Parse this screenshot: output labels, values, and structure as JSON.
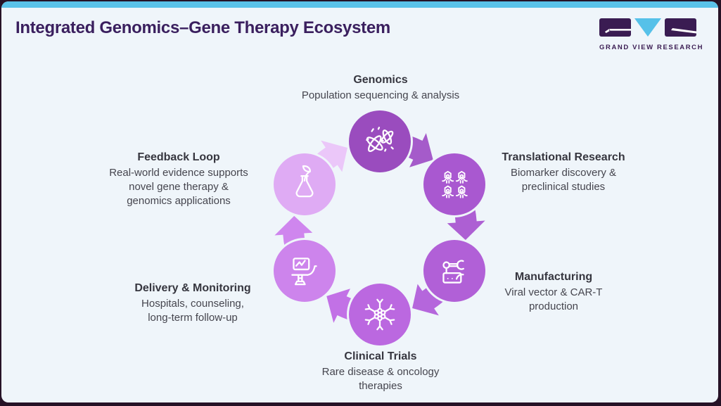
{
  "header": {
    "title": "Integrated Genomics–Gene Therapy Ecosystem"
  },
  "brand": {
    "name": "GRAND VIEW RESEARCH"
  },
  "theme": {
    "accent_bar": "#5ac2e9",
    "card_bg": "#eff5fa",
    "frame": "#261226",
    "title_color": "#3a1f5e",
    "brand_dark": "#3a1c52",
    "brand_blue": "#56c1e9",
    "label_title_color": "#36363f",
    "label_text_color": "#45454e"
  },
  "diagram": {
    "type": "cycle",
    "direction": "clockwise",
    "nodes": [
      {
        "id": "genomics",
        "title": "Genomics",
        "lines": [
          "Population sequencing & analysis"
        ],
        "color": "#9a4cbe",
        "arrow_color": "#a55bca",
        "icon": "chromosome-icon"
      },
      {
        "id": "translational-research",
        "title": "Translational Research",
        "lines": [
          "Biomarker discovery &",
          "preclinical studies"
        ],
        "color": "#a958d0",
        "arrow_color": "#ad5fd3",
        "icon": "virus-grid-icon"
      },
      {
        "id": "manufacturing",
        "title": "Manufacturing",
        "lines": [
          "Viral vector & CAR-T",
          "production"
        ],
        "color": "#b160d7",
        "arrow_color": "#b566dc",
        "icon": "robot-arm-icon"
      },
      {
        "id": "clinical-trials",
        "title": "Clinical Trials",
        "lines": [
          "Rare disease & oncology",
          "therapies"
        ],
        "color": "#bb68e0",
        "arrow_color": "#c271e6",
        "icon": "neuron-icon"
      },
      {
        "id": "delivery-monitoring",
        "title": "Delivery & Monitoring",
        "lines": [
          "Hospitals, counseling,",
          "long-term follow-up"
        ],
        "color": "#cd84ec",
        "arrow_color": "#cf86ee",
        "icon": "exam-chair-icon"
      },
      {
        "id": "feedback-loop",
        "title": "Feedback Loop",
        "lines": [
          "Real-world evidence supports",
          "novel gene therapy &",
          "genomics applications"
        ],
        "color": "#dfabf4",
        "arrow_color": "#ebc7f9",
        "icon": "flask-leaf-icon"
      }
    ]
  }
}
